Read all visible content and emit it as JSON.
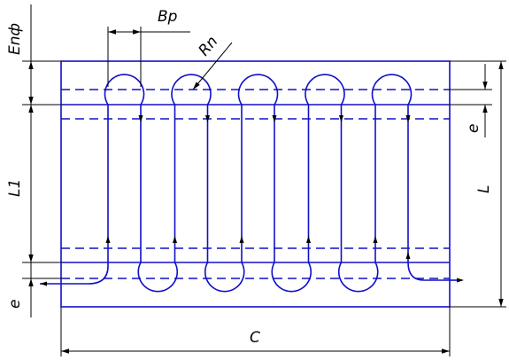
{
  "labels": {
    "bp": "Bp",
    "rn": "Rn",
    "enf": "Enф",
    "l1": "L1",
    "e_left": "e",
    "e_right": "e",
    "l": "L",
    "c": "C"
  },
  "colors": {
    "pipe": "#1010c8",
    "dimension": "#000000",
    "background": "#ffffff"
  },
  "loop_count": 5
}
